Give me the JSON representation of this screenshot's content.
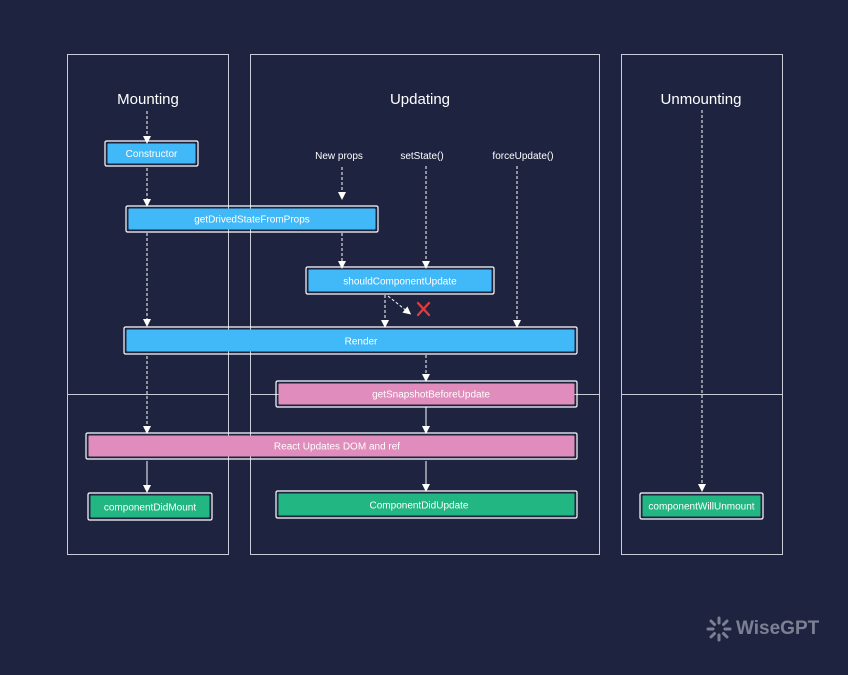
{
  "columns": {
    "mounting": "Mounting",
    "updating": "Updating",
    "unmounting": "Unmounting"
  },
  "triggers": {
    "new_props": "New props",
    "set_state": "setState()",
    "force_update": "forceUpdate()"
  },
  "nodes": {
    "constructor": "Constructor",
    "get_derived_state": "getDrivedStateFromProps",
    "should_component_update": "shouldComponentUpdate",
    "render": "Render",
    "get_snapshot": "getSnapshotBeforeUpdate",
    "react_updates_dom": "React Updates DOM and ref",
    "component_did_mount": "componentDidMount",
    "component_did_update": "ComponentDidUpdate",
    "component_will_unmount": "componentWillUnmount"
  },
  "brand": {
    "logo_text": "WiseGPT"
  },
  "colors": {
    "background": "#1e2340",
    "blue": "#41b9f9",
    "pink": "#e08cbc",
    "green": "#22b683",
    "cross": "#e23a3a"
  },
  "icons": {
    "cross": "x-mark-icon",
    "logo": "wisegpt-logo-icon"
  }
}
